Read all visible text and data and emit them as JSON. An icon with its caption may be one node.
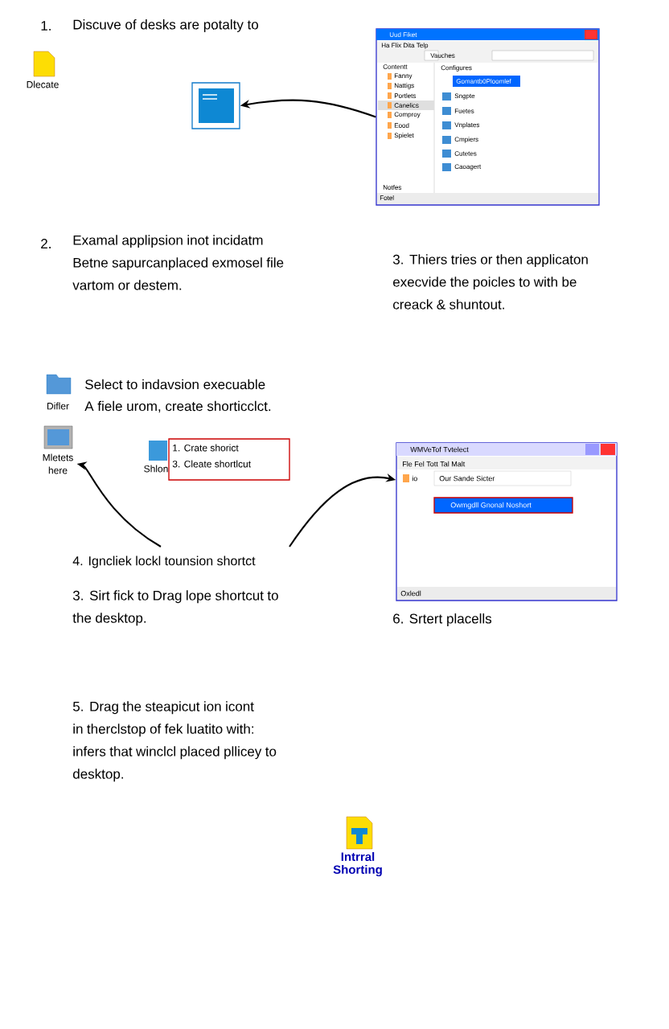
{
  "diagram": {
    "nodes": [
      {
        "text": [
          "Uud Fiket",
          "Ha Flix Dita Telp",
          "Contentt",
          "Fanny",
          "Nattigs",
          "Portlets",
          "Canelics",
          "Comproy",
          "Eood",
          "Spielet",
          "Configures",
          "Gomantb0Ploomlef",
          "Sngpte",
          "Fuetes",
          "Vnplates",
          "Cmpiers",
          "Cutetes",
          "Caoagert",
          "Notfes",
          "Fotel",
          "Vauches"
        ]
      },
      {
        "text": [],
        "shape": "box"
      },
      {
        "text": [
          "Mletets here"
        ]
      },
      {
        "text": [
          "WMVeTof Tvtelect",
          "Fle Fel Tott Tal Malt",
          "io",
          "Our Sande Sicter",
          "Owmgdll Gnonal Noshort",
          "Oxledl"
        ]
      },
      {
        "text": [
          "1. Crate shorict",
          "3. Cleate shortlcut"
        ],
        "beside": [
          "Shlon"
        ]
      }
    ],
    "edges": [
      {
        "from": 0,
        "to": 1,
        "arrow": "to"
      },
      {
        "from": null,
        "to": 2,
        "arrow": "to"
      },
      {
        "from": null,
        "to": 3,
        "arrow": "to"
      }
    ],
    "labels": [
      "1.",
      "Discuve of desks are potalty to",
      "Dlecate",
      "2.",
      "Examal applipsion inot incidatm Betne sapurcanplaced exmosel file vartom or destem.",
      "3. Thiers tries or then applicaton execvide the poicles to with be creack & shuntout.",
      "Difler",
      "Select to indavsion execuable",
      "A fiele urom, create shorticclct.",
      "4. Igncliek lockl tounsion shortct",
      "3. Sirt fick to Drag lope shortcut to the desktop.",
      "6. Srtert placells",
      "5. Drag the steapicut ion icont in therclstop of fek luatito with: infers that winclcl placed pllicey to desktop.",
      "Intrral Shorting"
    ]
  }
}
